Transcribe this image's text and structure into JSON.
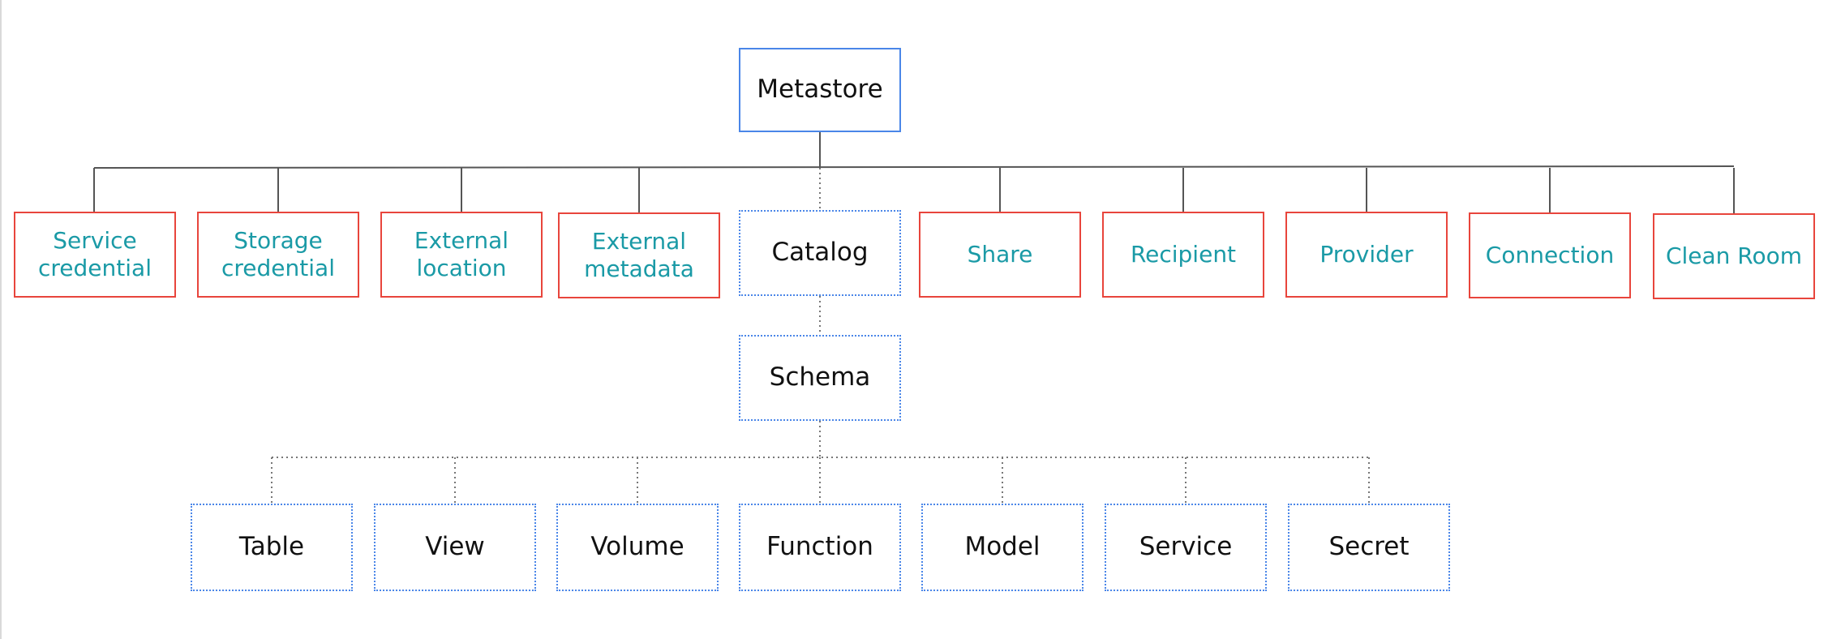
{
  "diagram": {
    "root": "Metastore",
    "level1": [
      {
        "label": "Service credential",
        "lines": [
          "Service",
          "credential"
        ]
      },
      {
        "label": "Storage credential",
        "lines": [
          "Storage",
          "credential"
        ]
      },
      {
        "label": "External location",
        "lines": [
          "External",
          "location"
        ]
      },
      {
        "label": "External metadata",
        "lines": [
          "External",
          "metadata"
        ]
      },
      {
        "label": "Catalog",
        "lines": [
          "Catalog"
        ]
      },
      {
        "label": "Share",
        "lines": [
          "Share"
        ]
      },
      {
        "label": "Recipient",
        "lines": [
          "Recipient"
        ]
      },
      {
        "label": "Provider",
        "lines": [
          "Provider"
        ]
      },
      {
        "label": "Connection",
        "lines": [
          "Connection"
        ]
      },
      {
        "label": "Clean Room",
        "lines": [
          "Clean Room"
        ]
      }
    ],
    "schema": "Schema",
    "schema_children": [
      "Table",
      "View",
      "Volume",
      "Function",
      "Model",
      "Service",
      "Secret"
    ],
    "colors": {
      "securable_border": "#e8453c",
      "securable_text": "#1a9aa6",
      "container_border": "#4a86e8",
      "dark_text": "#111111",
      "connector": "#555555",
      "dotted_connector": "#777777"
    }
  }
}
